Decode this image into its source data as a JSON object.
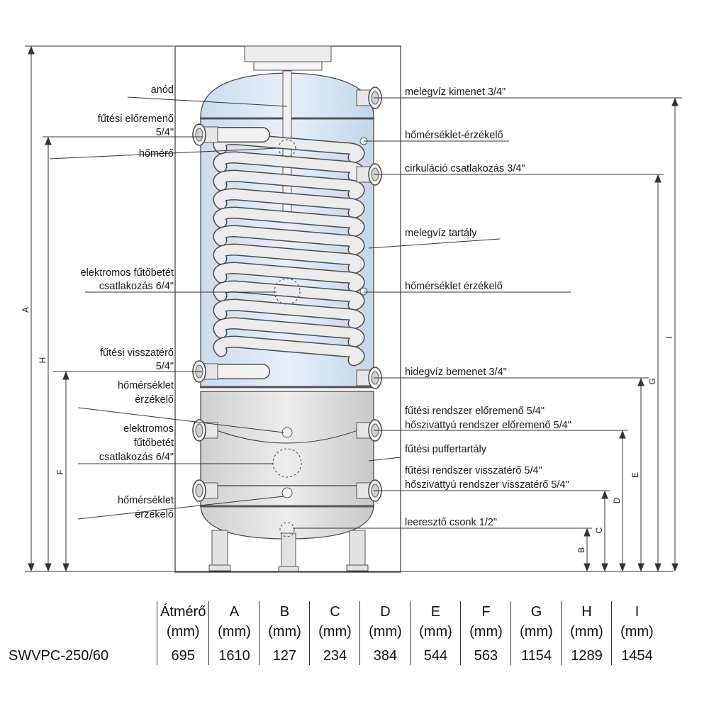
{
  "labels": {
    "anod": "anód",
    "futesi_eloremeno_1": "fűtési előremenő",
    "futesi_eloremeno_2": "5/4\"",
    "homero": "hőmérő",
    "elektromos_1": "elektromos fűtőbetét",
    "elektromos_2": "csatlakozás 6/4\"",
    "futesi_visszatero_1": "fűtési visszatérő",
    "futesi_visszatero_2": "5/4\"",
    "homerseklet_erzekelo_a1": "hőmérséklet",
    "homerseklet_erzekelo_a2": "érzékelő",
    "elektromos_b1": "elektromos",
    "elektromos_b2": "fűtőbetét",
    "elektromos_b3": "csatlakozás 6/4\"",
    "homerseklet_erzekelo_b1": "hőmérséklet",
    "homerseklet_erzekelo_b2": "érzékelő",
    "melegviz_kimenet": "melegvíz kimenet 3/4\"",
    "homerseklet_erzekelo_top": "hőmérséklet-érzékelő",
    "cirkulacio": "cirkuláció csatlakozás 3/4\"",
    "melegviz_tartaly": "melegvíz tartály",
    "homerseklet_erzekelo_mid": "hőmérséklet érzékelő",
    "hidegviz_bemenet": "hidegvíz bemenet 3/4\"",
    "futesi_rendszer_eloremeno": "fűtési rendszer előremenő 5/4\"",
    "hoszivattyu_eloremeno": "hőszivattyú rendszer előremenő 5/4\"",
    "futesi_puffertartaly": "fűtési puffertartály",
    "futesi_rendszer_visszatero": "fűtési rendszer visszatérő 5/4\"",
    "hoszivattyu_visszatero": "hőszivattyú rendszer visszatérő 5/4\"",
    "leereszto_csonk": "leeresztő csonk 1/2\""
  },
  "dimensions": {
    "A": "A",
    "H": "H",
    "F": "F",
    "I": "I",
    "G": "G",
    "E": "E",
    "D": "D",
    "C": "C",
    "B": "B"
  },
  "colors": {
    "upper_tank": "#dbe9f7",
    "lower_tank": "#e4e4e4",
    "coil": "#e8e8e8",
    "outline": "#333333"
  },
  "table": {
    "headers": [
      [
        "Átmérő",
        "(mm)"
      ],
      [
        "A",
        "(mm)"
      ],
      [
        "B",
        "(mm)"
      ],
      [
        "C",
        "(mm)"
      ],
      [
        "D",
        "(mm)"
      ],
      [
        "E",
        "(mm)"
      ],
      [
        "F",
        "(mm)"
      ],
      [
        "G",
        "(mm)"
      ],
      [
        "H",
        "(mm)"
      ],
      [
        "I",
        "(mm)"
      ]
    ],
    "rows": [
      {
        "model": "SWVPC-250/60",
        "values": [
          "695",
          "1610",
          "127",
          "234",
          "384",
          "544",
          "563",
          "1154",
          "1289",
          "1454"
        ]
      }
    ]
  }
}
